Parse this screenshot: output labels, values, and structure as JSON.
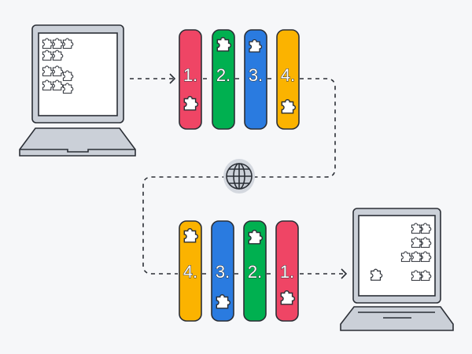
{
  "diagram": {
    "top_packets": [
      {
        "label": "1.",
        "color": "#ef4565"
      },
      {
        "label": "2.",
        "color": "#00b050"
      },
      {
        "label": "3.",
        "color": "#2a7be0"
      },
      {
        "label": "4.",
        "color": "#fbb300"
      }
    ],
    "bottom_packets": [
      {
        "label": "4.",
        "color": "#fbb300"
      },
      {
        "label": "3.",
        "color": "#2a7be0"
      },
      {
        "label": "2.",
        "color": "#00b050"
      },
      {
        "label": "1.",
        "color": "#ef4565"
      }
    ],
    "icons": [
      "laptop-icon",
      "globe-icon",
      "puzzle-piece-icon"
    ]
  }
}
